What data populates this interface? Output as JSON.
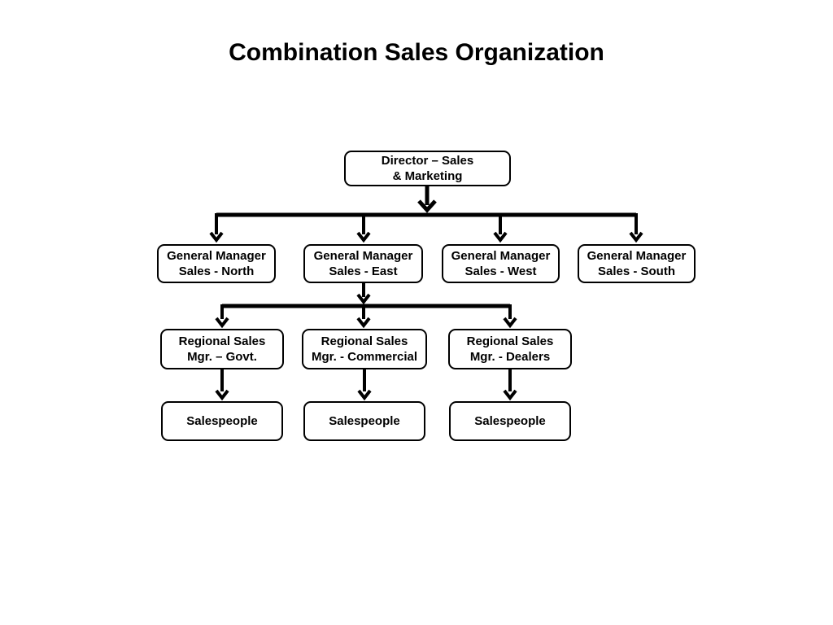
{
  "title": "Combination Sales Organization",
  "org": {
    "director": {
      "line1": "Director – Sales",
      "line2": "& Marketing"
    },
    "general_managers": [
      {
        "line1": "General Manager",
        "line2": "Sales - North"
      },
      {
        "line1": "General Manager",
        "line2": "Sales - East"
      },
      {
        "line1": "General Manager",
        "line2": "Sales - West"
      },
      {
        "line1": "General Manager",
        "line2": "Sales - South"
      }
    ],
    "regional_managers": [
      {
        "line1": "Regional Sales",
        "line2": "Mgr. – Govt."
      },
      {
        "line1": "Regional Sales",
        "line2": "Mgr. - Commercial"
      },
      {
        "line1": "Regional Sales",
        "line2": "Mgr. - Dealers"
      }
    ],
    "salespeople": [
      {
        "label": "Salespeople"
      },
      {
        "label": "Salespeople"
      },
      {
        "label": "Salespeople"
      }
    ]
  },
  "colors": {
    "background": "#ffffff",
    "box_fill": "#ffffff",
    "box_border": "#000000",
    "line": "#000000",
    "text": "#000000"
  }
}
